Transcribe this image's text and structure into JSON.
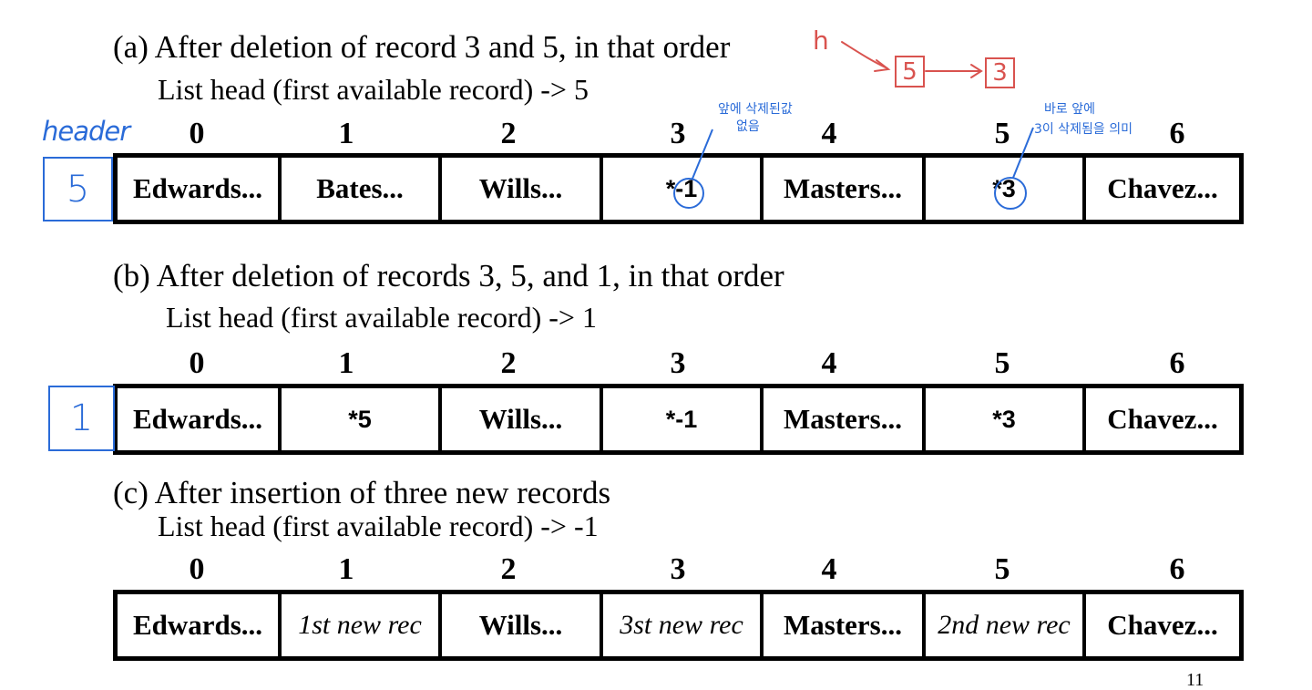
{
  "sections": [
    {
      "title": "(a) After deletion of record 3 and 5, in that order",
      "list_head": "List head (first available record)  ->  5",
      "indices": [
        "0",
        "1",
        "2",
        "3",
        "4",
        "5",
        "6"
      ],
      "cells": [
        "Edwards...",
        "Bates...",
        "Wills...",
        "*-1",
        "Masters...",
        "*3",
        "Chavez..."
      ]
    },
    {
      "title": "(b) After deletion of records 3, 5, and 1, in that order",
      "list_head": "List head (first available record)  ->  1",
      "indices": [
        "0",
        "1",
        "2",
        "3",
        "4",
        "5",
        "6"
      ],
      "cells": [
        "Edwards...",
        "*5",
        "Wills...",
        "*-1",
        "Masters...",
        "*3",
        "Chavez..."
      ]
    },
    {
      "title": "(c) After insertion of three new records",
      "list_head": "List head (first available record)  -> -1",
      "indices": [
        "0",
        "1",
        "2",
        "3",
        "4",
        "5",
        "6"
      ],
      "cells": [
        "Edwards...",
        "1st new rec",
        "Wills...",
        "3st new rec",
        "Masters...",
        "2nd new rec",
        "Chavez..."
      ]
    }
  ],
  "annotations": {
    "header_label": "header",
    "header_box_a": "5",
    "header_box_b": "1",
    "h_label": "h",
    "chain_first": "5",
    "chain_second": "3",
    "note_cell3_line1": "앞에 삭제된값",
    "note_cell3_line2": "없음",
    "note_cell5_line1": "바로 앞에",
    "note_cell5_line2": "3이 삭제됨을 의미",
    "page_number": "11"
  },
  "colors": {
    "ink": "#000000",
    "annotation_blue": "#2a6bd8",
    "annotation_red": "#d9534f"
  }
}
